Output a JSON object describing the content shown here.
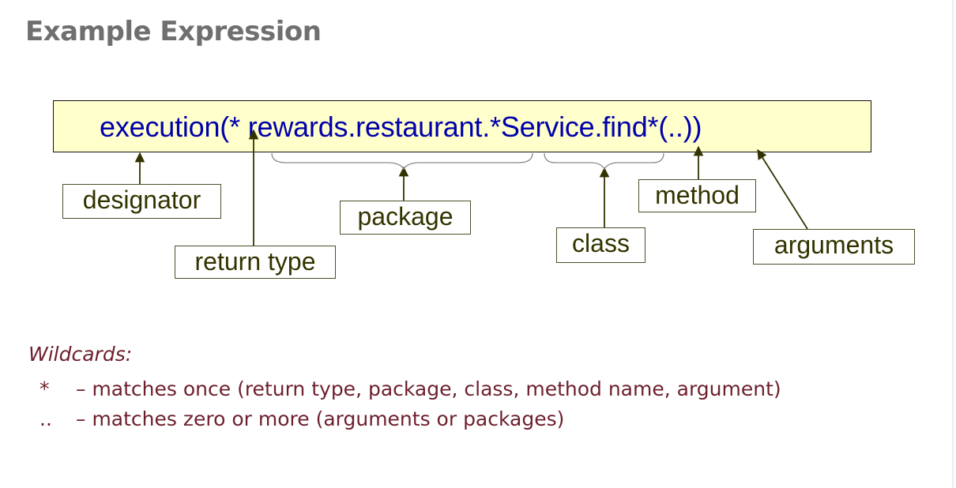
{
  "slide": {
    "title": "Example Expression"
  },
  "expression": {
    "text": "execution(* rewards.restaurant.*Service.find*(..))"
  },
  "annotations": {
    "designator": "designator",
    "return_type": "return type",
    "package": "package",
    "class": "class",
    "method": "method",
    "arguments": "arguments"
  },
  "wildcards": {
    "heading": "Wildcards:",
    "items": [
      {
        "symbol": "*",
        "description": "– matches once (return type, package, class, method name, argument)"
      },
      {
        "symbol": "..",
        "description": "– matches zero or more (arguments or packages)"
      }
    ]
  },
  "colors": {
    "title": "#6f6f6f",
    "expression_text": "#0000aa",
    "expression_box_fill": "#ffffcc",
    "label_text": "#333300",
    "connector": "#333300",
    "wildcard_text": "#6d1f2c"
  }
}
